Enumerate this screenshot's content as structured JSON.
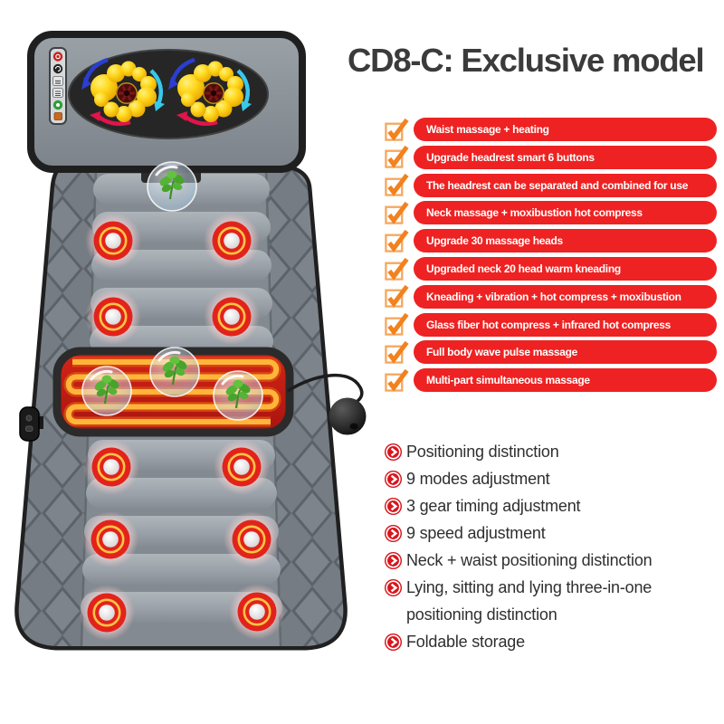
{
  "title": "CD8-C: Exclusive model",
  "features": {
    "check_icon": {
      "name": "orange-check-icon",
      "glyph": "✓"
    },
    "items": [
      "Waist massage + heating",
      "Upgrade headrest smart 6 buttons",
      "The headrest can be separated and combined for use",
      "Neck massage + moxibustion hot compress",
      "Upgrade 30 massage heads",
      "Upgraded neck 20 head warm kneading",
      "Kneading + vibration + hot compress + moxibustion",
      "Glass fiber hot compress + infrared hot compress",
      "Full body wave pulse massage",
      "Multi-part simultaneous massage"
    ]
  },
  "highlights": {
    "bullet_icon": {
      "name": "red-circle-arrow-icon",
      "glyph": "❯"
    },
    "items": [
      "Positioning distinction",
      "9 modes adjustment",
      "3 gear timing adjustment",
      "9 speed adjustment",
      "Neck + waist positioning distinction",
      "Lying, sitting and lying three-in-one positioning distinction",
      "Foldable storage"
    ]
  },
  "illustration": {
    "name": "full-body-massage-mat",
    "parts": [
      "headrest-with-6-button-control-panel",
      "neck-massage-roller-clusters",
      "herb-bubble",
      "quilted-mat-body",
      "ten-red-massage-points",
      "waist-heating-coil-band",
      "round-remote-ball",
      "power-connector"
    ]
  },
  "colors": {
    "background": "#ffffff",
    "title_text": "#3b3b3b",
    "feature_pill": "#ee2222",
    "feature_pill_text": "#ffffff",
    "check_orange": "#f1821f",
    "bullet_red": "#d8161d",
    "highlight_text": "#2f2f2f",
    "mat_gray": "#788087",
    "heating_coil": "#ffb53a",
    "massage_point": "#e2231b",
    "roller_yellow": "#ffd81e"
  }
}
